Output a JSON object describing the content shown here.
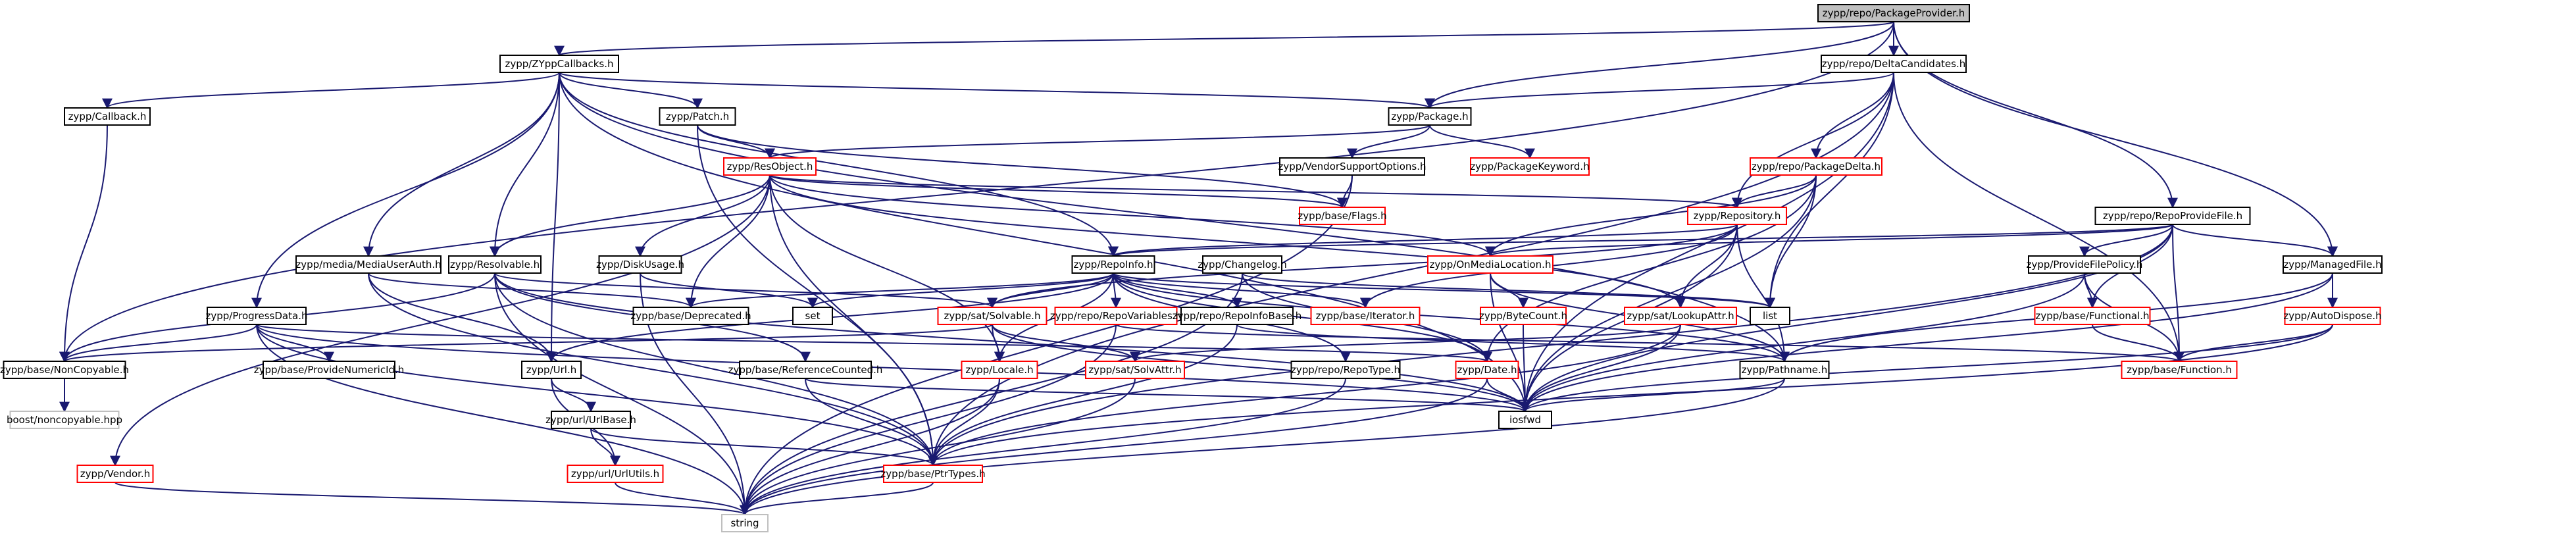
{
  "diagram": {
    "title": "zypp/repo/PackageProvider.h",
    "colors": {
      "edge": "#191970",
      "border": "#000000",
      "missing_border": "#ff0000",
      "system_border": "#bfbfbf",
      "root_fill": "#bfbfbf"
    },
    "nodes": {
      "root": "zypp/repo/PackageProvider.h",
      "zyppcb": "zypp/ZYppCallbacks.h",
      "deltacand": "zypp/repo/DeltaCandidates.h",
      "callback": "zypp/Callback.h",
      "patch": "zypp/Patch.h",
      "package": "zypp/Package.h",
      "resobject": "zypp/ResObject.h",
      "vendorsupp": "zypp/VendorSupportOptions.h",
      "pkgkeyword": "zypp/PackageKeyword.h",
      "pkgdelta": "zypp/repo/PackageDelta.h",
      "repoprovide": "zypp/repo/RepoProvideFile.h",
      "mediauserauth": "zypp/media/MediaUserAuth.h",
      "resolvable": "zypp/Resolvable.h",
      "diskusage": "zypp/DiskUsage.h",
      "repository": "zypp/Repository.h",
      "repoinfo": "zypp/RepoInfo.h",
      "changelog": "zypp/Changelog.h",
      "onmedia": "zypp/OnMediaLocation.h",
      "provpolicy": "zypp/ProvideFilePolicy.h",
      "managedfile": "zypp/ManagedFile.h",
      "flags": "zypp/base/Flags.h",
      "progressdata": "zypp/ProgressData.h",
      "deprecated": "zypp/base/Deprecated.h",
      "set": "set",
      "solvable": "zypp/sat/Solvable.h",
      "repovars": "zypp/repo/RepoVariables.h",
      "repoinfobase": "zypp/repo/RepoInfoBase.h",
      "iterator": "zypp/base/Iterator.h",
      "bytecount": "zypp/ByteCount.h",
      "list": "list",
      "lookupattr": "zypp/sat/LookupAttr.h",
      "functional": "zypp/base/Functional.h",
      "autodispose": "zypp/AutoDispose.h",
      "noncopyable": "zypp/base/NonCopyable.h",
      "provmoduleid": "zypp/base/ProvideNumericId.h",
      "url": "zypp/Url.h",
      "refcounted": "zypp/base/ReferenceCounted.h",
      "locale": "zypp/Locale.h",
      "solvattr": "zypp/sat/SolvAttr.h",
      "repotype": "zypp/repo/RepoType.h",
      "date": "zypp/Date.h",
      "pathname": "zypp/Pathname.h",
      "function": "zypp/base/Function.h",
      "boostnc": "boost/noncopyable.hpp",
      "urlbase": "zypp/url/UrlBase.h",
      "iosfwd": "iosfwd",
      "vendor": "zypp/Vendor.h",
      "urlutils": "zypp/url/UrlUtils.h",
      "ptrtypes": "zypp/base/PtrTypes.h",
      "string": "string"
    }
  }
}
